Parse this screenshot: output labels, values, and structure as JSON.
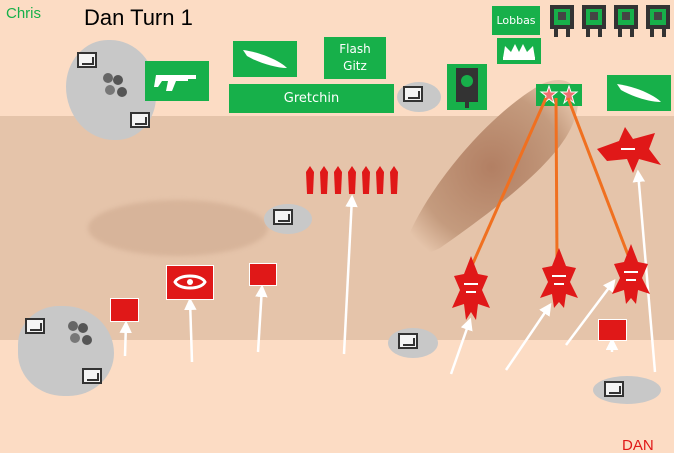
{
  "header": {
    "player_left": "Chris",
    "turn_title": "Dan Turn 1",
    "player_right": "DAN"
  },
  "cards": {
    "flash_gitz": "Flash\nGitz",
    "gretchin": "Gretchin",
    "lobbas": "Lobbas"
  },
  "colors": {
    "background": "#fcdcc4",
    "midfield": "#e5c4aa",
    "hill": "#b9876b",
    "green": "#17b04a",
    "red": "#e01818",
    "orange": "#f07020",
    "crater": "#c8c8c8"
  },
  "icons": {
    "gun": "gun-icon",
    "blade": "blade-icon",
    "crown": "crown-icon",
    "tank": "tank-icon",
    "walker": "walker-icon",
    "skull_banner": "skull-banner-icon",
    "warband": "warband-icon"
  }
}
